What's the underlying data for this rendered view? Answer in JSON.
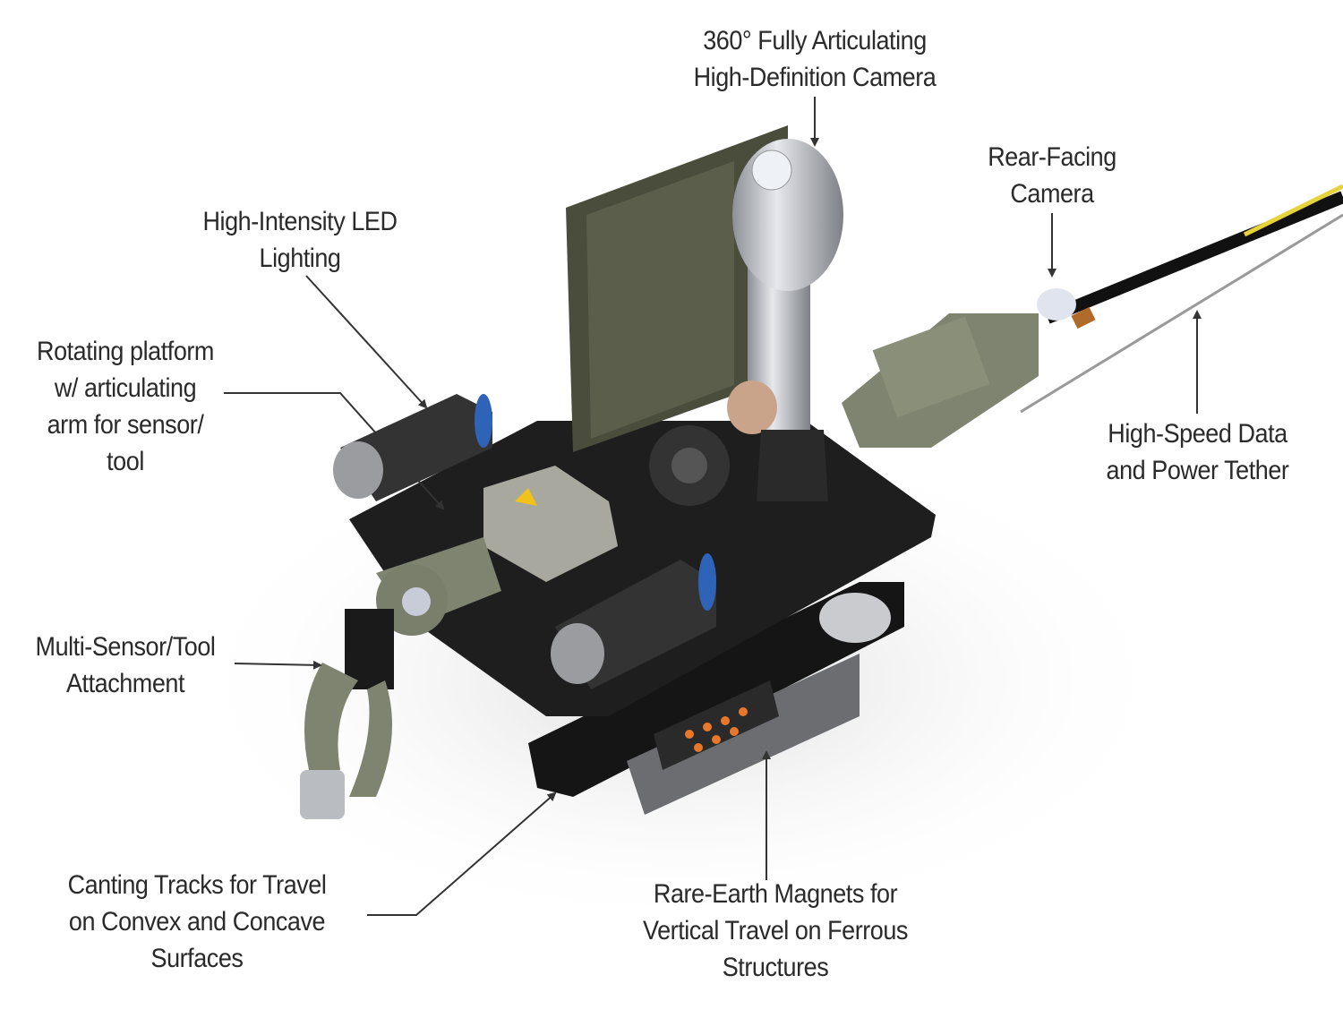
{
  "labels": {
    "camera": [
      "360° Fully Articulating",
      "High-Definition Camera"
    ],
    "rear_camera": [
      "Rear-Facing",
      "Camera"
    ],
    "led": [
      "High-Intensity LED",
      "Lighting"
    ],
    "platform": [
      "Rotating platform",
      "w/ articulating",
      "arm for sensor/",
      "tool"
    ],
    "attachment": [
      "Multi-Sensor/Tool",
      "Attachment"
    ],
    "tether": [
      "High-Speed Data",
      "and Power Tether"
    ],
    "tracks": [
      "Canting Tracks for Travel",
      "on Convex and Concave",
      "Surfaces"
    ],
    "magnets": [
      "Rare-Earth Magnets for",
      "Vertical Travel on Ferrous",
      "Structures"
    ]
  },
  "colors": {
    "text": "#2a2a2a",
    "arrow": "#333333",
    "chassis": "#1e1e1e",
    "olive": "#7f8470",
    "panel": "#4a4d3c",
    "silver": "#b9bcc0",
    "magnet_orange": "#e8772a",
    "tether_yellow": "#e6d23a"
  }
}
